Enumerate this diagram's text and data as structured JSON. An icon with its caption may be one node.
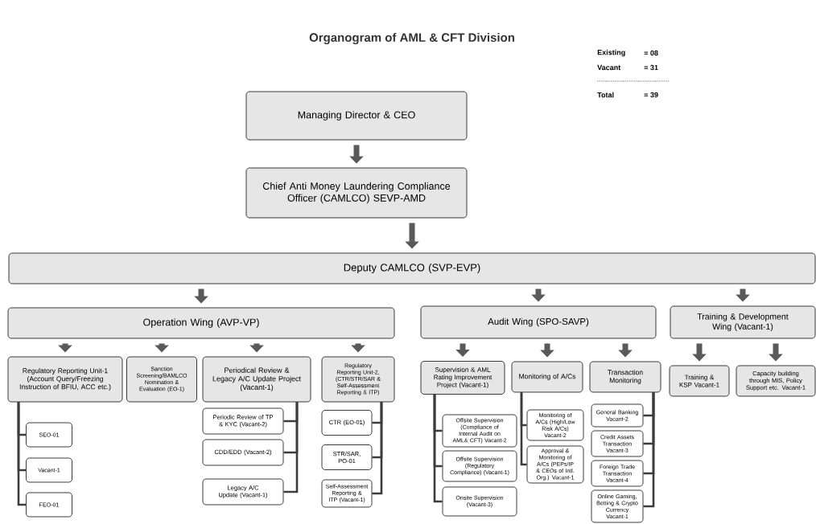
{
  "diagram": {
    "title": "Organogram of AML & CFT Division",
    "nodes": [
      {
        "text": [
          "Managing Director & CEO"
        ]
      },
      {
        "text": [
          "Chief Anti Money Laundering Compliance Officer (CAMLCO) SEVP-AMD"
        ]
      },
      {
        "text": [
          "Deputy CAMLCO (SVP-EVP)"
        ]
      },
      {
        "text": [
          "Operation Wing (AVP-VP)"
        ]
      },
      {
        "text": [
          "Audit Wing (SPO-SAVP)"
        ]
      },
      {
        "text": [
          "Training & Development Wing (Vacant-1)"
        ]
      },
      {
        "text": [
          "Regulatory Reporting Unit-1",
          "(Account Query/Freezing Instruction of BFIU, ACC etc.)"
        ]
      },
      {
        "text": [
          "Sanction Screening/BAMLCO Nomination & Evaluation (EO-1)"
        ]
      },
      {
        "text": [
          "Periodical Review & Legacy A/C Update Project",
          "(Vacant-1)"
        ]
      },
      {
        "text": [
          "Regulatory Reporting Unit-2,",
          "(CTR/STR/SAR & Self-Assessment Reporting & ITP)"
        ]
      },
      {
        "text": [
          "Supervision & AML Rating Improvement Project (Vacant-1)"
        ]
      },
      {
        "text": [
          "Monitoring of A/Cs"
        ]
      },
      {
        "text": [
          "Transaction Monitoring"
        ]
      },
      {
        "text": [
          "Training & KSP Vacant-1"
        ]
      },
      {
        "text": [
          "Capacity building through MIS, Policy Support etc. Vacant-1"
        ]
      },
      {
        "text": [
          "SEO-01"
        ]
      },
      {
        "text": [
          "Vacant-1"
        ]
      },
      {
        "text": [
          "FEO-01"
        ]
      },
      {
        "text": [
          "Periodic Review of TP & KYC (Vacant-2)"
        ]
      },
      {
        "text": [
          "CDD/EDD (Vacant-2)"
        ]
      },
      {
        "text": [
          "Legacy A/C Update (Vacant-1)"
        ]
      },
      {
        "text": [
          "CTR (EO-01)"
        ]
      },
      {
        "text": [
          "STR/SAR, PO-01"
        ]
      },
      {
        "text": [
          "Self-Assessment Reporting & ITP (Vacant-1)"
        ]
      },
      {
        "text": [
          "Offsite Supervision",
          "(Compliance of Internal Audit on AML& CFT) Vacant-2"
        ]
      },
      {
        "text": [
          "Offsite Supervision (Regulatory Compliance) (Vacant-1)"
        ]
      },
      {
        "text": [
          "Onsite Supervision (Vacant-3)"
        ]
      },
      {
        "text": [
          "Monitoring of A/Cs (High/Low Risk A/Cs)",
          "Vacant-2"
        ]
      },
      {
        "text": [
          "Approval & Monitoring of A/Cs (PEPs/IP & CEOs of Intl. Org.) Vacant-1"
        ]
      },
      {
        "text": [
          "General Banking Vacant-2"
        ]
      },
      {
        "text": [
          "Credit Assets Transaction",
          "Vacant-3"
        ]
      },
      {
        "text": [
          "Foreign Trade Transaction",
          "Vacant-4"
        ]
      },
      {
        "text": [
          "Online Gaming, Betting & Crypto Currency",
          "Vacant-1"
        ]
      }
    ],
    "edges": [
      {
        "from": 0,
        "to": 1,
        "arrow": "to",
        "style": "thick"
      },
      {
        "from": 1,
        "to": 2,
        "arrow": "to",
        "style": "thick"
      },
      {
        "from": 2,
        "to": 3,
        "arrow": "to",
        "style": "thick"
      },
      {
        "from": 2,
        "to": 4,
        "arrow": "to",
        "style": "thick"
      },
      {
        "from": 2,
        "to": 5,
        "arrow": "to",
        "style": "thick"
      },
      {
        "from": 3,
        "to": 6,
        "arrow": "to",
        "style": "thick"
      },
      {
        "from": 3,
        "to": 7,
        "arrow": "to",
        "style": "thick"
      },
      {
        "from": 3,
        "to": 8,
        "arrow": "to",
        "style": "thick"
      },
      {
        "from": 3,
        "to": 9,
        "arrow": "to",
        "style": "thick"
      },
      {
        "from": 4,
        "to": 10,
        "arrow": "to",
        "style": "thick"
      },
      {
        "from": 4,
        "to": 11,
        "arrow": "to",
        "style": "thick"
      },
      {
        "from": 4,
        "to": 12,
        "arrow": "to",
        "style": "thick"
      },
      {
        "from": 5,
        "to": 13,
        "arrow": "to",
        "style": "thick"
      },
      {
        "from": 5,
        "to": 14,
        "arrow": "to",
        "style": "thick"
      },
      {
        "from": 6,
        "to": 15,
        "arrow": "none"
      },
      {
        "from": 6,
        "to": 16,
        "arrow": "none"
      },
      {
        "from": 6,
        "to": 17,
        "arrow": "none"
      },
      {
        "from": 8,
        "to": 18,
        "arrow": "none"
      },
      {
        "from": 8,
        "to": 19,
        "arrow": "none"
      },
      {
        "from": 8,
        "to": 20,
        "arrow": "none"
      },
      {
        "from": 9,
        "to": 21,
        "arrow": "none"
      },
      {
        "from": 9,
        "to": 22,
        "arrow": "none"
      },
      {
        "from": 9,
        "to": 23,
        "arrow": "none"
      },
      {
        "from": 10,
        "to": 24,
        "arrow": "none"
      },
      {
        "from": 10,
        "to": 25,
        "arrow": "none"
      },
      {
        "from": 10,
        "to": 26,
        "arrow": "none"
      },
      {
        "from": 11,
        "to": 27,
        "arrow": "none"
      },
      {
        "from": 11,
        "to": 28,
        "arrow": "none"
      },
      {
        "from": 12,
        "to": 29,
        "arrow": "none"
      },
      {
        "from": 12,
        "to": 30,
        "arrow": "none"
      },
      {
        "from": 12,
        "to": 31,
        "arrow": "none"
      },
      {
        "from": 12,
        "to": 32,
        "arrow": "none"
      }
    ],
    "labels": [
      "Existing",
      "= 08",
      "Vacant",
      "= 31",
      "Total",
      "= 39"
    ]
  }
}
